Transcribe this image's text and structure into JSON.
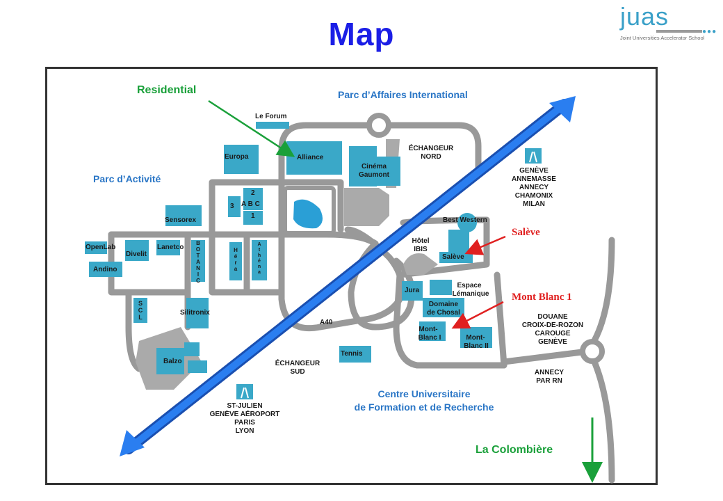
{
  "title": "Map",
  "logo": {
    "wordmark": "juas",
    "subtitle": "Joint Universities Accelerator School",
    "accent": "#3aa0c8"
  },
  "colors": {
    "title": "#1b1ee6",
    "road": "#999999",
    "building": "#3aa8c8",
    "highway": "#1e6ee6",
    "green_label": "#1aa03a",
    "red_label": "#e02020",
    "region_label": "#2a76c6"
  },
  "callouts": {
    "residential": "Residential",
    "saleve": "Salève",
    "mont_blanc_1": "Mont Blanc 1",
    "la_colombiere": "La Colombière"
  },
  "regions": {
    "parc_affaires": "Parc d’Affaires International",
    "parc_activite": "Parc d’Activité",
    "centre_line1": "Centre Universitaire",
    "centre_line2": "de Formation et de Recherche"
  },
  "buildings": {
    "le_forum": "Le Forum",
    "europa": "Europa",
    "alliance": "Alliance",
    "cinema_line1": "Cinéma",
    "cinema_line2": "Gaumont",
    "sensorex": "Sensorex",
    "openlab": "OpenLab",
    "divelit": "Divelit",
    "lanetco": "Lanetco",
    "andino": "Andino",
    "botanic": [
      "B",
      "O",
      "T",
      "A",
      "N",
      "I",
      "C"
    ],
    "hera": [
      "H",
      "é",
      "r",
      "a"
    ],
    "athena": [
      "A",
      "t",
      "h",
      "é",
      "n",
      "a"
    ],
    "scl": [
      "S",
      "C",
      "L"
    ],
    "silitronix": "Silitronix",
    "balzo": "Balzo",
    "b3": "3",
    "b2": "2",
    "abc": "A B C",
    "b1": "1",
    "best_western": "Best Western",
    "hotel_line1": "Hôtel",
    "hotel_line2": "IBIS",
    "saleve_bld": "Salève",
    "jura": "Jura",
    "espace_line1": "Espace",
    "espace_line2": "Lémanique",
    "domaine_line1": "Domaine",
    "domaine_line2": "de Chosal",
    "mb1_line1": "Mont-",
    "mb1_line2": "Blanc I",
    "mb2_line1": "Mont-",
    "mb2_line2": "Blanc II",
    "tennis": "Tennis"
  },
  "roads": {
    "a40": "A40",
    "nord_line1": "ÉCHANGEUR",
    "nord_line2": "NORD",
    "sud_line1": "ÉCHANGEUR",
    "sud_line2": "SUD",
    "geneve_dirs": [
      "GENÈVE",
      "ANNEMASSE",
      "ANNECY",
      "CHAMONIX",
      "MILAN"
    ],
    "stjulien_dirs": [
      "ST-JULIEN",
      "GENÈVE AÉROPORT",
      "PARIS",
      "LYON"
    ],
    "douane_dirs": [
      "DOUANE",
      "CROIX-DE-ROZON",
      "CAROUGE",
      "GENÈVE"
    ],
    "annecy_line1": "ANNECY",
    "annecy_line2": "PAR RN"
  },
  "icons": [
    "motorway-icon-north",
    "motorway-icon-south"
  ]
}
